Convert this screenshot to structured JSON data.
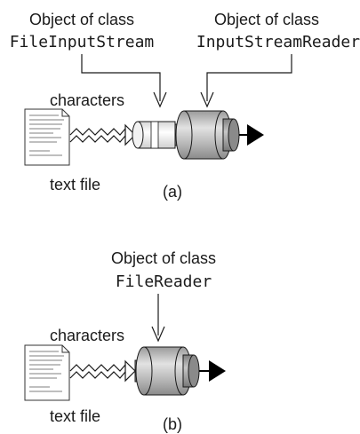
{
  "panel_a": {
    "label_left_line1": "Object of class",
    "label_left_line2": "FileInputStream",
    "label_right_line1": "Object of class",
    "label_right_line2": "InputStreamReader",
    "characters_label": "characters",
    "file_label": "text file",
    "caption": "(a)"
  },
  "panel_b": {
    "label_line1": "Object of class",
    "label_line2": "FileReader",
    "characters_label": "characters",
    "file_label": "text file",
    "caption": "(b)"
  },
  "colors": {
    "stroke": "#1a1a1a",
    "cylinder_dark": "#8c8c8c",
    "cylinder_mid": "#bdbdbd",
    "cylinder_light": "#e8e8e8",
    "arrow": "#000000"
  }
}
